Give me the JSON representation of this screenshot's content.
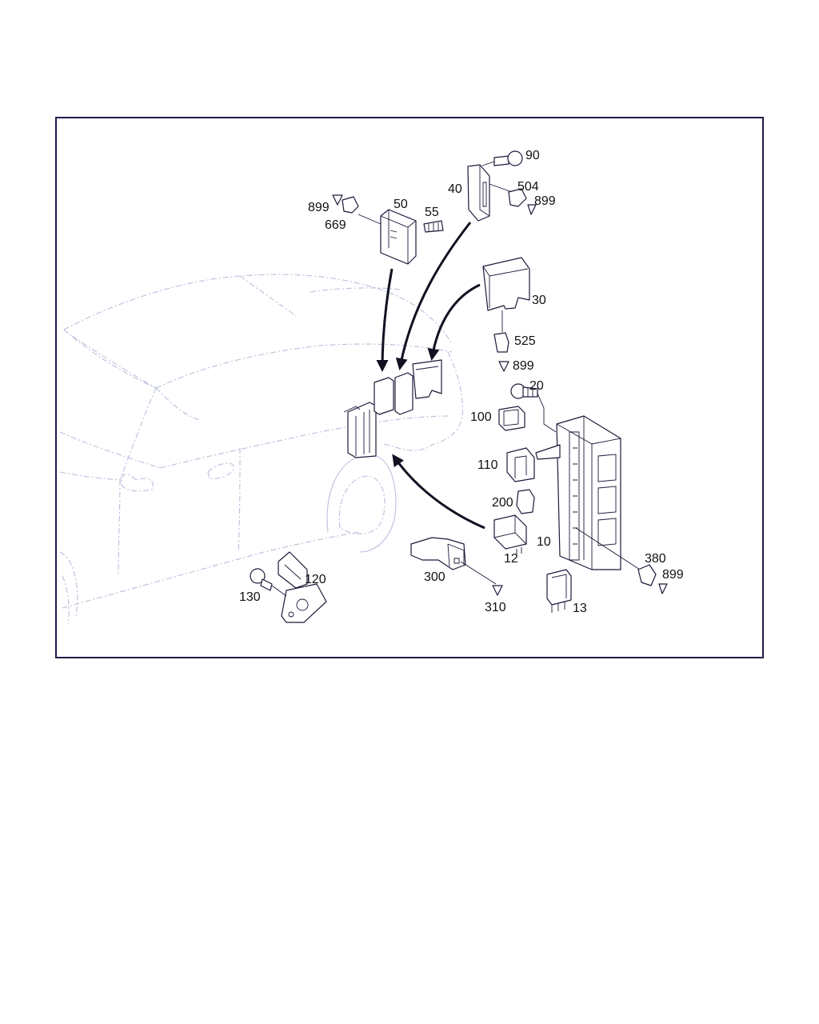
{
  "callouts": {
    "c90": "90",
    "c40": "40",
    "c504": "504",
    "c899a": "899",
    "c50": "50",
    "c899b": "899",
    "c55": "55",
    "c669": "669",
    "c30": "30",
    "c525": "525",
    "c899c": "899",
    "c20": "20",
    "c100": "100",
    "c110": "110",
    "c200": "200",
    "c10": "10",
    "c12": "12",
    "c380": "380",
    "c899d": "899",
    "c300": "300",
    "c310": "310",
    "c13": "13",
    "c120": "120",
    "c130": "130"
  },
  "colors": {
    "frame": "#1c1c4a",
    "ink": "#1a1a3a",
    "car_outline": "#b9bfdc"
  }
}
